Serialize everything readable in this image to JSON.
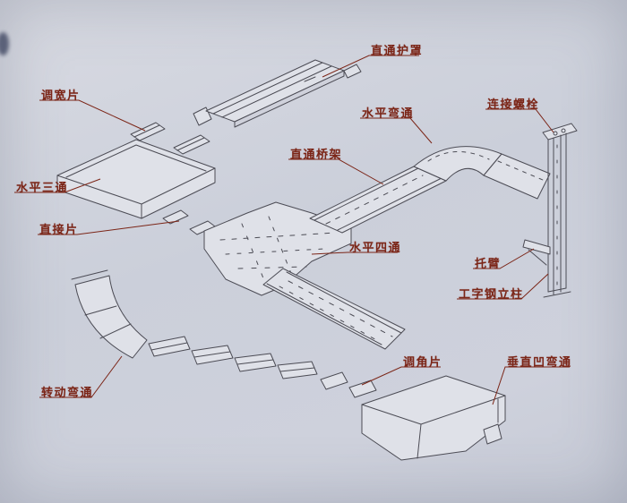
{
  "diagram": {
    "labels": {
      "straight_cover": "直通护罩",
      "width_adjust": "调宽片",
      "horizontal_bend": "水平弯通",
      "connect_bolt": "连接螺栓",
      "straight_tray": "直通桥架",
      "horizontal_tee": "水平三通",
      "direct_plate": "直接片",
      "horizontal_cross": "水平四通",
      "bracket_arm": "托臂",
      "ibeam_column": "工字钢立柱",
      "angle_adjust": "调角片",
      "vertical_concave_bend": "垂直凹弯通",
      "rotating_bend": "转动弯通"
    },
    "colors": {
      "background": "#ccd0db",
      "line": "#4c4c55",
      "label_text": "#7b2517"
    }
  }
}
